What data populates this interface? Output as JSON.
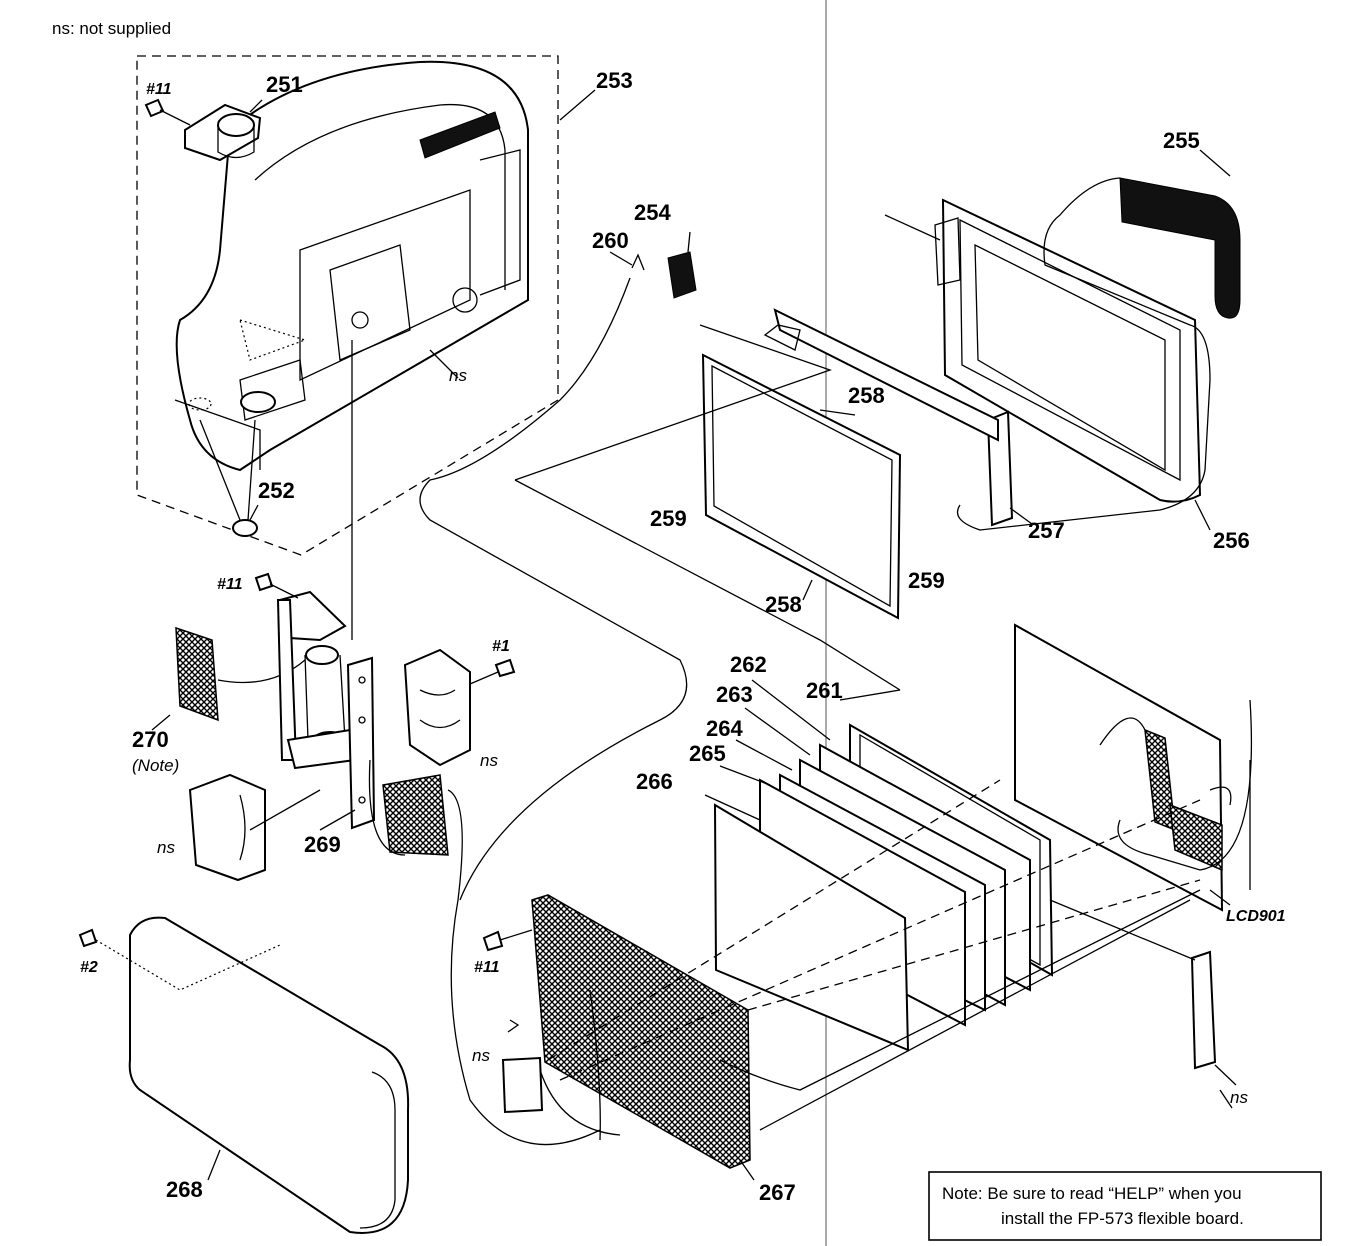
{
  "header": {
    "legend": "ns: not supplied"
  },
  "labels": {
    "p251": "251",
    "p252": "252",
    "p253": "253",
    "p254": "254",
    "p255": "255",
    "p256": "256",
    "p257": "257",
    "p258a": "258",
    "p258b": "258",
    "p259a": "259",
    "p259b": "259",
    "p260": "260",
    "p261": "261",
    "p262": "262",
    "p263": "263",
    "p264": "264",
    "p265": "265",
    "p266": "266",
    "p267": "267",
    "p268": "268",
    "p269": "269",
    "p270": "270",
    "p270_note": "(Note)",
    "lcd901": "LCD901"
  },
  "screws": {
    "s11a": "#11",
    "s11b": "#11",
    "s11c": "#11",
    "s1": "#1",
    "s2": "#2"
  },
  "ns_labels": {
    "ns1": "ns",
    "ns2": "ns",
    "ns3": "ns",
    "ns4": "ns",
    "ns5": "ns"
  },
  "note": {
    "line1": "Note:  Be sure to read “HELP” when you",
    "line2": "install the FP-573 flexible board."
  }
}
